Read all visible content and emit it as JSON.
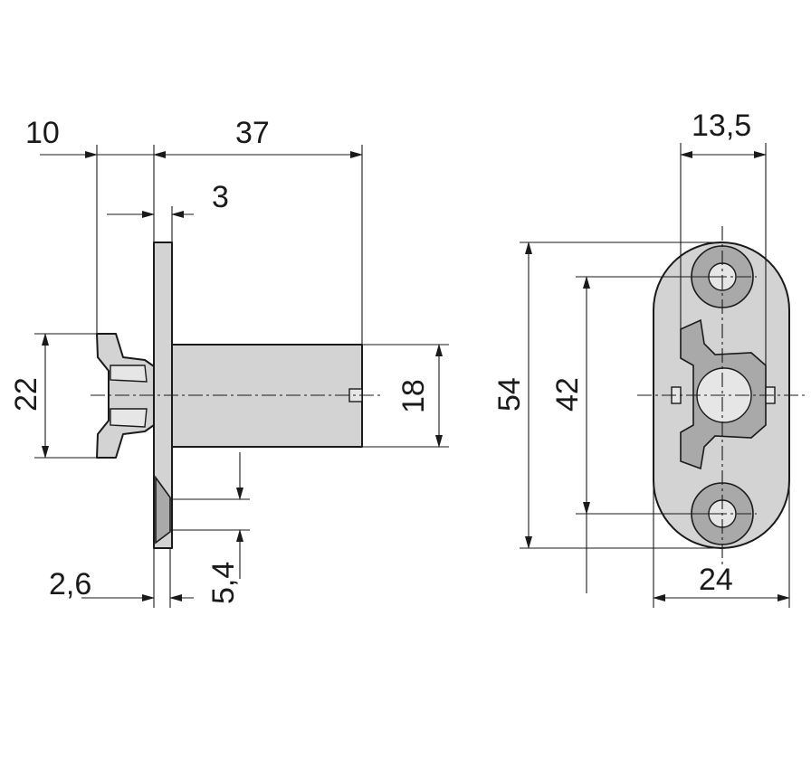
{
  "dimensions": {
    "side_view": {
      "depth_front": "10",
      "length": "37",
      "flange_thickness": "3",
      "head_height": "22",
      "body_height": "18",
      "thickness_bottom": "2,6",
      "countersink": "5,4"
    },
    "front_view": {
      "offset": "13,5",
      "overall_height": "54",
      "hole_spacing": "42",
      "overall_width": "24"
    }
  },
  "colors": {
    "part_fill": "#d3d3d3",
    "part_dark": "#a9a9a9",
    "line": "#1a1a1a"
  }
}
